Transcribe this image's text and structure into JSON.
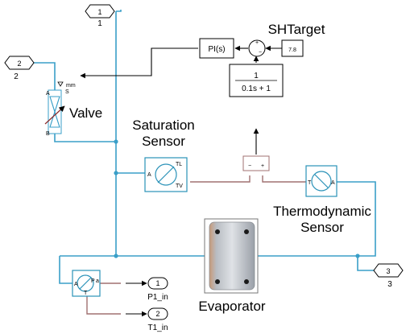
{
  "ports": {
    "in1": {
      "number": "1",
      "label": "1"
    },
    "in2": {
      "number": "2",
      "label": "2"
    },
    "out3": {
      "number": "3",
      "label": "3"
    },
    "out1": {
      "number": "1",
      "label": "P1_in"
    },
    "out2": {
      "number": "2",
      "label": "T1_in"
    }
  },
  "blocks": {
    "pi": {
      "label": "PI(s)"
    },
    "sum": {
      "plus_top": "+",
      "minus_side": "−"
    },
    "setpoint": {
      "name": "SHTarget",
      "value": "7.8"
    },
    "tf": {
      "numerator": "1",
      "denominator": "0.1s + 1"
    },
    "valve": {
      "name": "Valve",
      "port_a": "A",
      "port_b": "B",
      "port_s": "S",
      "unit": "mm"
    },
    "saturation_sensor": {
      "name_line1": "Saturation",
      "name_line2": "Sensor",
      "port_a": "A",
      "port_tl": "TL",
      "port_tv": "TV"
    },
    "thermo_sensor": {
      "name_line1": "Thermodynamic",
      "name_line2": "Sensor",
      "port_t": "T",
      "port_a": "A"
    },
    "subtract": {
      "minus": "−",
      "plus": "+"
    },
    "pressure_sensor": {
      "port_a": "A",
      "port_p": "P",
      "port_t": "T",
      "port_a2": "a"
    },
    "evaporator": {
      "name": "Evaporator"
    }
  },
  "colors": {
    "thermal_wire": "#3a9fc8",
    "physical_wire": "#a07070",
    "signal_wire": "#000000"
  }
}
